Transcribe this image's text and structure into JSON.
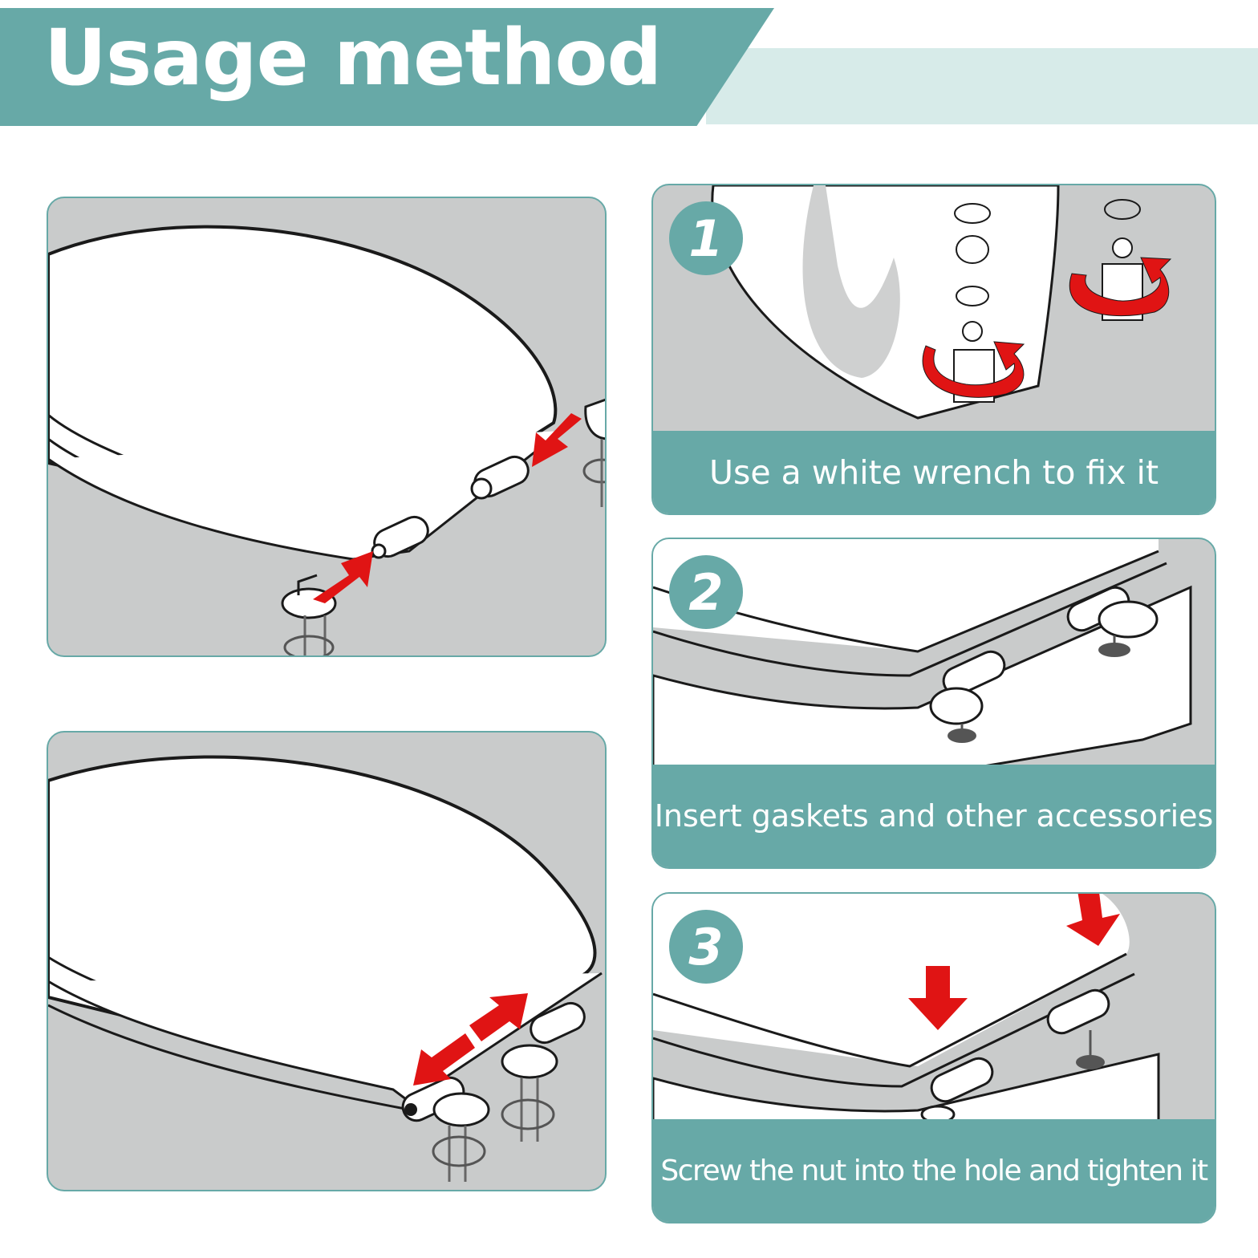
{
  "header": {
    "title": "Usage method"
  },
  "colors": {
    "teal": "#67a9a7",
    "light_teal": "#d7ebe9",
    "panel_gray": "#c9cbcb",
    "arrow_red": "#e01414",
    "outline": "#1a1a1a"
  },
  "steps": [
    {
      "number": "1",
      "caption": "Use a white wrench to fix it"
    },
    {
      "number": "2",
      "caption": "Insert gaskets and other accessories"
    },
    {
      "number": "3",
      "caption": "Screw the nut into the hole and tighten it"
    }
  ]
}
